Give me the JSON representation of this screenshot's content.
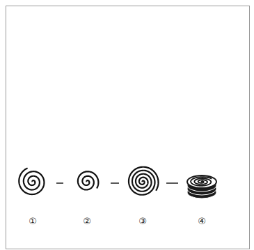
{
  "diagram": {
    "nodes": [
      {
        "text": [
          "①"
        ]
      },
      {
        "text": [
          "②"
        ]
      },
      {
        "text": [
          "③"
        ]
      },
      {
        "text": [
          "④"
        ]
      }
    ],
    "edges": [
      {
        "from": 0,
        "to": 1,
        "arrow": "none"
      },
      {
        "from": 1,
        "to": 2,
        "arrow": "none"
      },
      {
        "from": 2,
        "to": 3,
        "arrow": "none"
      }
    ]
  }
}
